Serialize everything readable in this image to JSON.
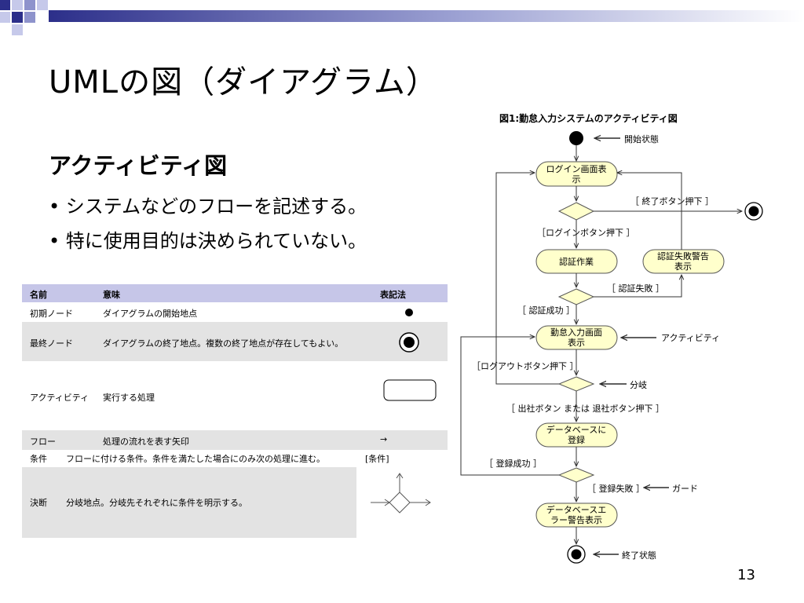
{
  "slide": {
    "title": "UMLの図（ダイアグラム）",
    "subtitle": "アクティビティ図",
    "bullets": [
      "システムなどのフローを記述する。",
      "特に使用目的は決められていない。"
    ],
    "page_number": "13"
  },
  "table": {
    "headers": [
      "名前",
      "意味",
      "表記法"
    ],
    "rows": [
      {
        "name": "初期ノード",
        "meaning": "ダイアグラムの開始地点"
      },
      {
        "name": "最終ノード",
        "meaning": "ダイアグラムの終了地点。複数の終了地点が存在してもよい。"
      },
      {
        "name": "アクティビティ",
        "meaning": "実行する処理"
      },
      {
        "name": "フロー",
        "meaning": "処理の流れを表す矢印",
        "notation": "→"
      },
      {
        "name": "条件",
        "meaning": "フローに付ける条件。条件を満たした場合にのみ次の処理に進む。",
        "notation": "[条件]"
      },
      {
        "name": "決断",
        "meaning": "分岐地点。分岐先それぞれに条件を明示する。"
      }
    ]
  },
  "diagram": {
    "caption": "図1:勤怠入力システムのアクティビティ図",
    "activities": {
      "login_1": "ログイン画面表",
      "login_2": "示",
      "auth": "認証作業",
      "authfail_1": "認証失敗警告",
      "authfail_2": "表示",
      "kintai_1": "勤怠入力画面",
      "kintai_2": "表示",
      "db_1": "データベースに",
      "db_2": "登録",
      "dberr_1": "データベースエ",
      "dberr_2": "ラー警告表示"
    },
    "guards": {
      "exit": "［ 終了ボタン押下 ］",
      "login": "［ログインボタン押下 ］",
      "authfail": "［ 認証失敗 ］",
      "authok": "［ 認証成功 ］",
      "logout": "［ログアウトボタン押下 ］",
      "inout": "［ 出社ボタン または 退社ボタン押下 ］",
      "regok": "［ 登録成功 ］",
      "regfail": "［ 登録失敗 ］"
    },
    "annotations": {
      "start": "開始状態",
      "activity": "アクティビティ",
      "branch": "分岐",
      "guard": "ガード",
      "end": "終了状態"
    }
  }
}
